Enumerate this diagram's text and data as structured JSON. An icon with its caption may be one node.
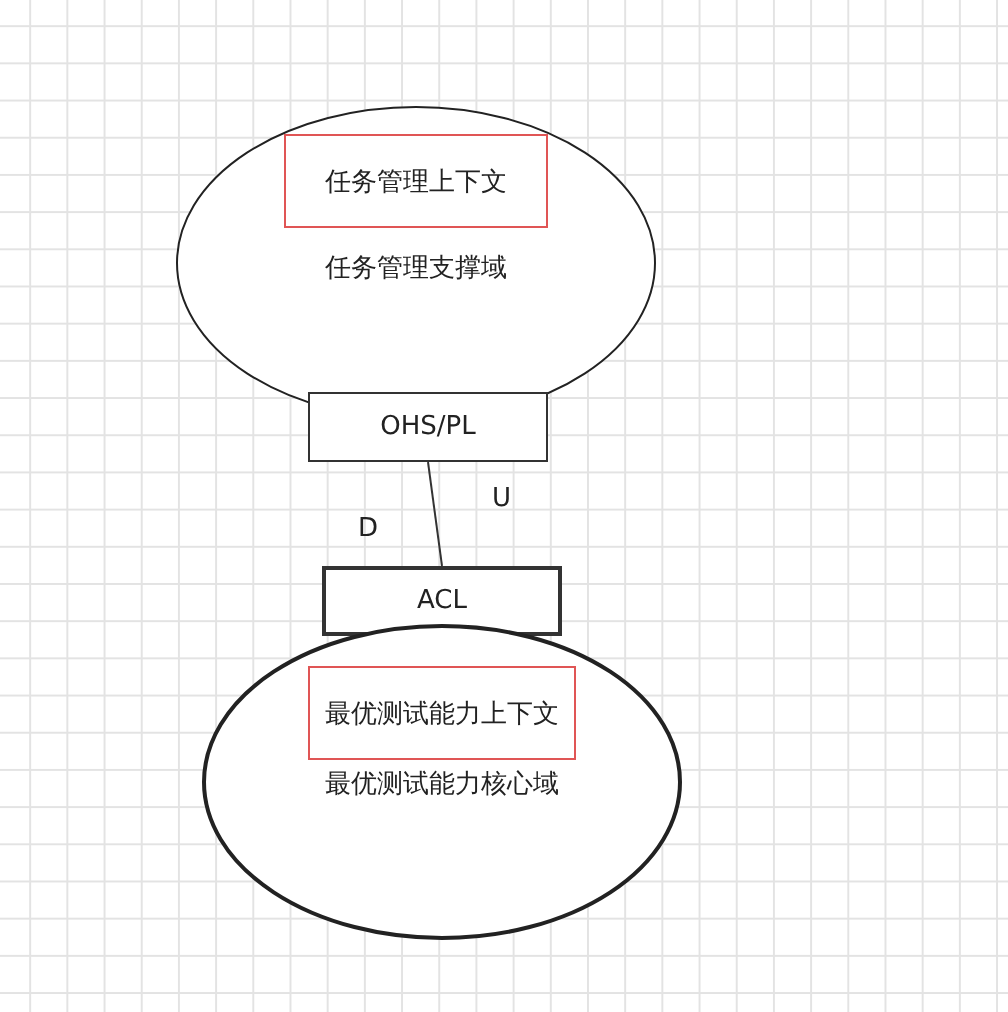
{
  "diagram": {
    "nodes": [
      {
        "text": [
          "任务管理支撑域"
        ]
      },
      {
        "text": [
          "任务管理上下文"
        ],
        "in": 0
      },
      {
        "text": [
          "OHS/PL"
        ]
      },
      {
        "text": [
          "ACL"
        ]
      },
      {
        "text": [
          "最优测试能力核心域"
        ]
      },
      {
        "text": [
          "最优测试能力上下文"
        ],
        "in": 4
      }
    ],
    "edges": [
      {
        "from": 2,
        "to": 3,
        "arrow": "none"
      }
    ],
    "labels": [
      "D",
      "U"
    ]
  }
}
